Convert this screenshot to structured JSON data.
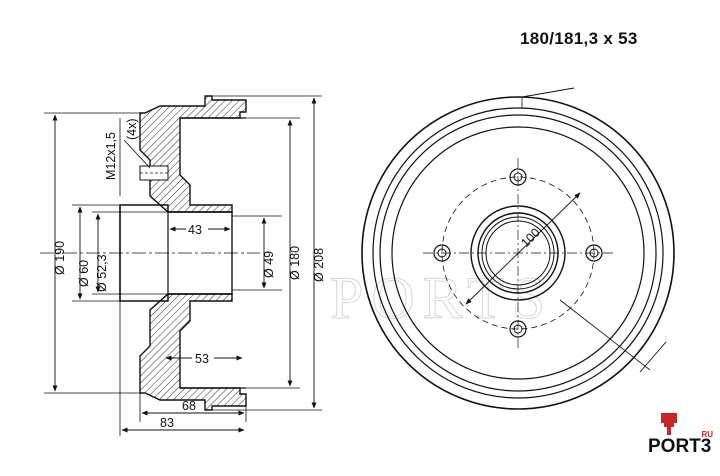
{
  "title": "180/181,3 x 53",
  "dimensions": {
    "thread": "M12x1,5",
    "thread_count": "(4x)",
    "d190": "Ø 190",
    "d60": "Ø 60",
    "d52": "Ø 52,3",
    "depth43": "43",
    "depth53": "53",
    "d49": "Ø 49",
    "d180": "Ø 180",
    "d208": "Ø 208",
    "width68": "68",
    "width83": "83",
    "pcd100": "100"
  },
  "watermark": "PORTS",
  "logo": {
    "brand": "PORT3",
    "suffix": "RU",
    "accent_color": "#c62828"
  },
  "colors": {
    "line": "#111111",
    "hatch": "#111111",
    "background": "#ffffff",
    "watermark": "#d8d8d8"
  }
}
